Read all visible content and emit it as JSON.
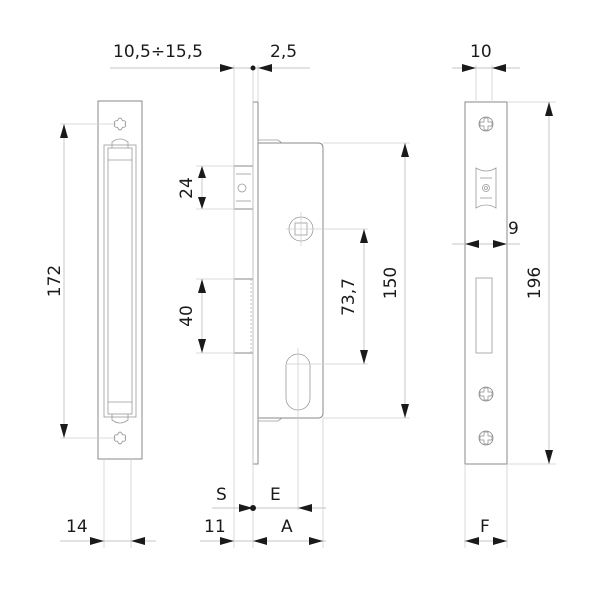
{
  "drawing": {
    "title": "Mortise lock dimensional drawing",
    "views": {
      "strike_plate": {
        "dim_height": "172",
        "dim_width": "14"
      },
      "lock_side": {
        "dim_forend_range": "10,5÷15,5",
        "dim_forend_thickness": "2,5",
        "dim_latch": "24",
        "dim_bolt": "40",
        "dim_spindle_to_cylinder": "73,7",
        "dim_case_height": "150",
        "label_s": "S",
        "label_e": "E",
        "dim_forend_offset": "11",
        "label_a": "A"
      },
      "front_view": {
        "dim_top_width": "10",
        "dim_bolt_width": "9",
        "dim_forend_height": "196",
        "label_f": "F"
      }
    }
  }
}
